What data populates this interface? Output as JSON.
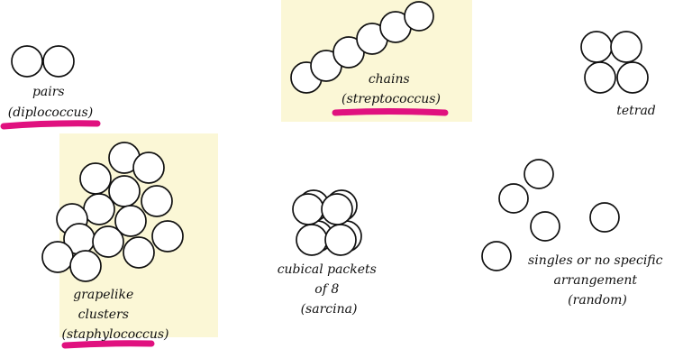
{
  "colors": {
    "background": "#ffffff",
    "highlight_yellow": "#fbf7d6",
    "underline_magenta": "#e0117f",
    "cell_outline": "#111111"
  },
  "arrangements": [
    {
      "id": "pairs",
      "lines": [
        "pairs",
        "(diplococcus)"
      ],
      "highlighted": false,
      "underlined_line": 1
    },
    {
      "id": "chains",
      "lines": [
        "chains",
        "(streptococcus)"
      ],
      "highlighted": true,
      "underlined_line": 1
    },
    {
      "id": "tetrad",
      "lines": [
        "tetrad"
      ],
      "highlighted": false,
      "underlined_line": null
    },
    {
      "id": "grapelike",
      "lines": [
        "grapelike",
        "clusters",
        "(staphylococcus)"
      ],
      "highlighted": true,
      "underlined_line": 2
    },
    {
      "id": "cubical",
      "lines": [
        "cubical packets",
        "of 8",
        "(sarcina)"
      ],
      "highlighted": false,
      "underlined_line": null
    },
    {
      "id": "singles",
      "lines": [
        "singles or no specific",
        "arrangement",
        "(random)"
      ],
      "highlighted": false,
      "underlined_line": null
    }
  ]
}
